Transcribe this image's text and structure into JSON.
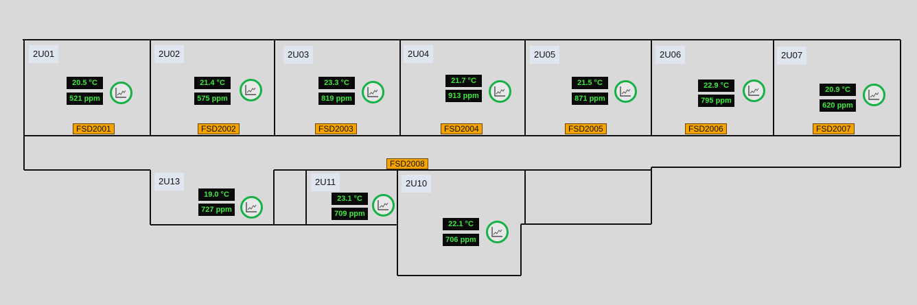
{
  "rooms": {
    "r2U01": {
      "label": "2U01",
      "temp": "20.5 °C",
      "co2": "521 ppm",
      "fsd": "FSD2001"
    },
    "r2U02": {
      "label": "2U02",
      "temp": "21.4 °C",
      "co2": "575 ppm",
      "fsd": "FSD2002"
    },
    "r2U03": {
      "label": "2U03",
      "temp": "23.3 °C",
      "co2": "819 ppm",
      "fsd": "FSD2003"
    },
    "r2U04": {
      "label": "2U04",
      "temp": "21.7 °C",
      "co2": "913 ppm",
      "fsd": "FSD2004"
    },
    "r2U05": {
      "label": "2U05",
      "temp": "21.5 °C",
      "co2": "871 ppm",
      "fsd": "FSD2005"
    },
    "r2U06": {
      "label": "2U06",
      "temp": "22.9 °C",
      "co2": "795 ppm",
      "fsd": "FSD2006"
    },
    "r2U07": {
      "label": "2U07",
      "temp": "20.9 °C",
      "co2": "620 ppm",
      "fsd": "FSD2007"
    },
    "r2U13": {
      "label": "2U13",
      "temp": "19.0 °C",
      "co2": "727 ppm"
    },
    "r2U11": {
      "label": "2U11",
      "temp": "23.1 °C",
      "co2": "709 ppm"
    },
    "r2U10": {
      "label": "2U10",
      "temp": "22.1 °C",
      "co2": "706 ppm"
    }
  },
  "corridor": {
    "fsd": "FSD2008"
  },
  "icons": {
    "trend": "trend-chart-icon"
  },
  "colors": {
    "reading_text": "#3fe83f",
    "trend_ring": "#16b046",
    "fsd_fill": "#f5a300"
  }
}
